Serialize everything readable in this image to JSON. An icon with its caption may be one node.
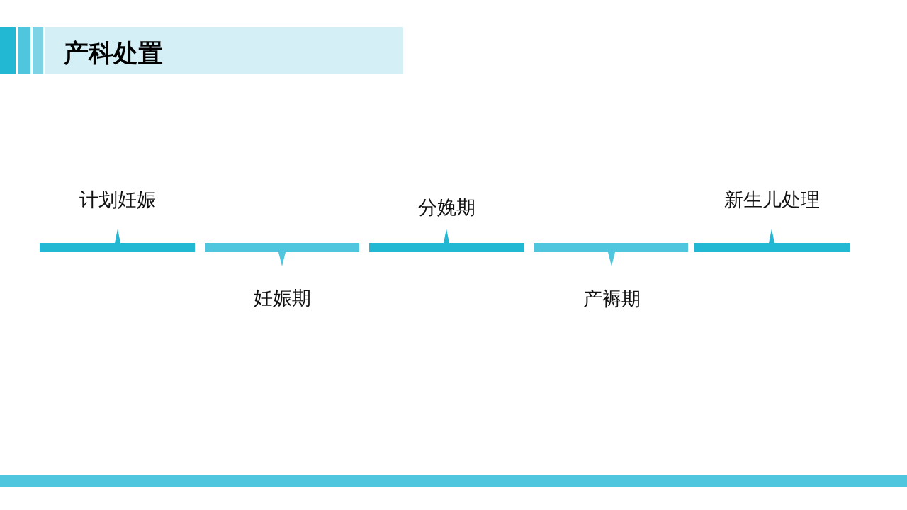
{
  "diagram": {
    "title": "产科处置",
    "nodes": [
      {
        "text": [
          "计划妊娠"
        ]
      },
      {
        "text": [
          "妊娠期"
        ]
      },
      {
        "text": [
          "分娩期"
        ]
      },
      {
        "text": [
          "产褥期"
        ]
      },
      {
        "text": [
          "新生儿处理"
        ]
      }
    ]
  }
}
